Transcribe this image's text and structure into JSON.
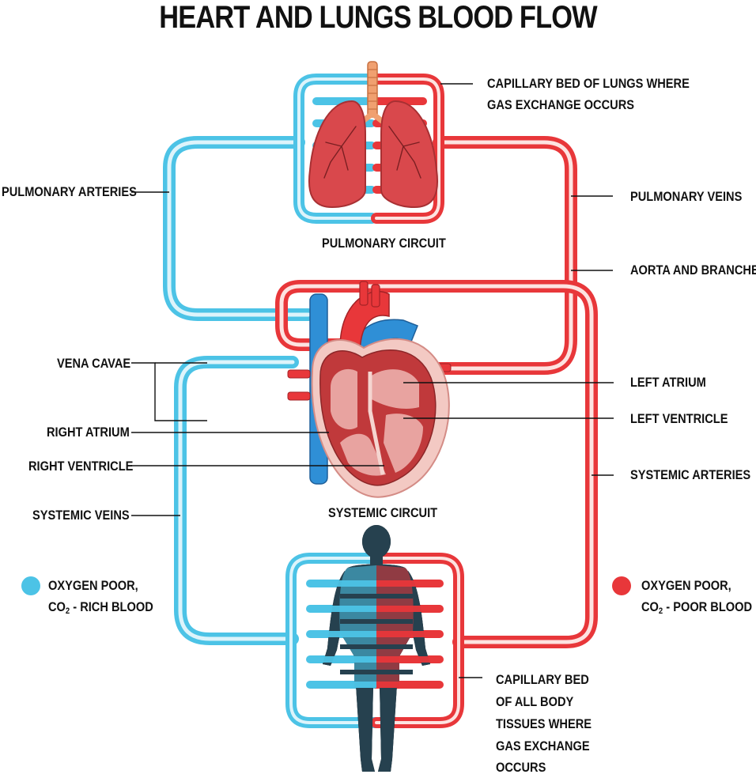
{
  "title": "HEART AND LUNGS BLOOD FLOW",
  "labels": {
    "capillary_lungs_1": "CAPILLARY BED OF LUNGS WHERE",
    "capillary_lungs_2": "GAS EXCHANGE OCCURS",
    "pulmonary_arteries": "PULMONARY ARTERIES",
    "pulmonary_veins": "PULMONARY VEINS",
    "pulmonary_circuit": "PULMONARY CIRCUIT",
    "aorta": "AORTA AND BRANCHES",
    "vena_cavae": "VENA CAVAE",
    "left_atrium": "LEFT ATRIUM",
    "left_ventricle": "LEFT VENTRICLE",
    "right_atrium": "RIGHT ATRIUM",
    "right_ventricle": "RIGHT VENTRICLE",
    "systemic_arteries": "SYSTEMIC ARTERIES",
    "systemic_circuit": "SYSTEMIC CIRCUIT",
    "systemic_veins": "SYSTEMIC VEINS",
    "capillary_body_1": "CAPILLARY BED",
    "capillary_body_2": "OF ALL BODY",
    "capillary_body_3": "TISSUES WHERE",
    "capillary_body_4": "GAS EXCHANGE",
    "capillary_body_5": "OCCURS"
  },
  "legend": {
    "poor": {
      "line1": "OXYGEN POOR,",
      "co2_prefix": "CO",
      "co2_sub": "2",
      "line2_rest": " - RICH BLOOD",
      "color": "#4cc3e6"
    },
    "rich": {
      "line1": "OXYGEN POOR,",
      "co2_prefix": "CO",
      "co2_sub": "2",
      "line2_rest": " - POOR BLOOD",
      "color": "#e8373a"
    }
  },
  "colors": {
    "blue": "#4cc3e6",
    "blue_inner": "#ddf4fb",
    "red": "#e8373a",
    "red_inner": "#fde3e1",
    "lung": "#d9484c",
    "heart_wall": "#c0393b",
    "heart_inner": "#e8a3a0",
    "body_dark": "#26414f"
  }
}
